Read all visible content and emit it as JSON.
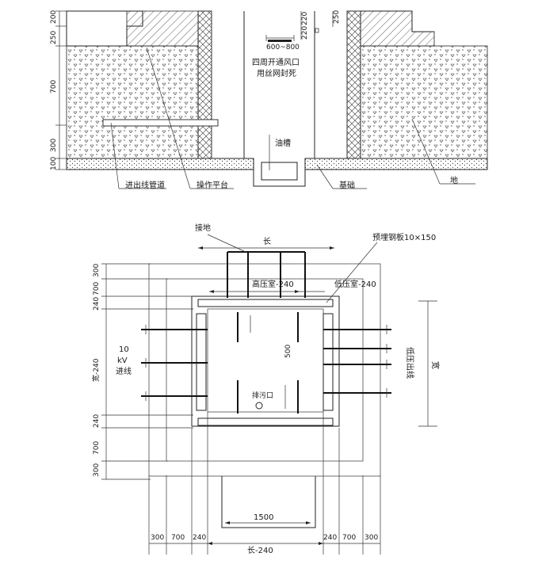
{
  "section": {
    "dims_left": [
      "200",
      "250",
      "700",
      "300",
      "100"
    ],
    "dims_top": [
      "220",
      "220",
      "250"
    ],
    "vent_dim": "600~800",
    "vent_note_line1": "四周开通风口",
    "vent_note_line2": "用丝网封死",
    "oil_trough": "油槽",
    "foundation": "基础",
    "ground": "地",
    "cable_duct": "进出线管道",
    "platform": "操作平台"
  },
  "plan": {
    "grounding": "接地",
    "length": "长",
    "embedded_plate": "预埋钢板10×150",
    "hv_room": "高压室-240",
    "lv_room": "低压室-240",
    "dim_500": "500",
    "drain": "排污口",
    "kv_num": "10",
    "kv_unit": "kV",
    "kv_inlet": "进线",
    "lv_outlet": "低压出线",
    "width": "宽",
    "width_minus": "宽-240",
    "dims_left_top": [
      "300",
      "700",
      "240"
    ],
    "dims_left_bottom": [
      "240",
      "700",
      "300"
    ],
    "bottom_dims": [
      "300",
      "700",
      "240",
      "240",
      "700",
      "300"
    ],
    "dim_1500": "1500",
    "length_minus": "长-240"
  }
}
